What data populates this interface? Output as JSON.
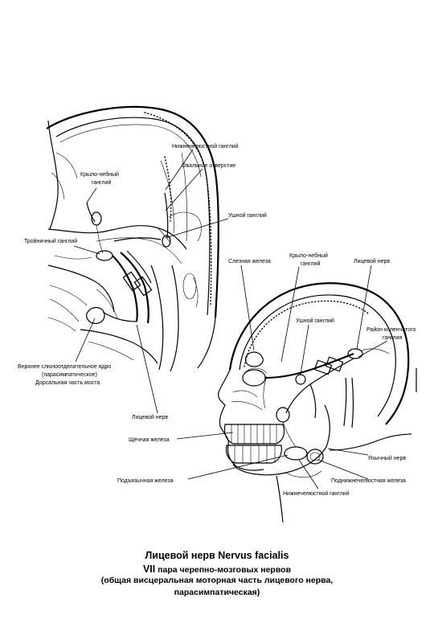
{
  "labels": {
    "nizhnechelyustnoy_top": "Нижнечелюстной ганглий",
    "ovalnoe": "Овальное отверстие",
    "krylo_top_1": "Крыло-небный",
    "krylo_top_2": "ганглий",
    "ushnoy_top": "Ушной ганглий",
    "troynichny": "Тройничный ганглий",
    "slyoznaya": "Слезная железа",
    "krylo_right_1": "Крыло-небный",
    "krylo_right_2": "ганглий",
    "litsevoy_right": "Лицевой нерв",
    "ushnoy_right": "Ушной ганглий",
    "rayon_1": "Район коленчатого",
    "rayon_2": "ганглия",
    "yadro_1": "Верхнее слюноотделительное ядро",
    "yadro_2": "(парасимпатическое)",
    "yadro_3": "Дорсальная часть моста",
    "litsevoy_left": "Лицевой нерв",
    "shchechnaya": "Щечная железа",
    "yazychny": "Язычный нерв",
    "podyazychnaya": "Подъязычная железа",
    "podnizhnechelyustnaya": "Поднижнечелюстная железа",
    "nizhnechelyustnoy_bottom": "Нижнечелюстной ганглий"
  },
  "caption": {
    "title": "Лицевой нерв  Nervus facialis",
    "roman": "VII",
    "subtitle": " пара черепно-мозговых нервов",
    "note_line1": "(общая висцеральная моторная часть лицевого нерва,",
    "note_line2": "парасимпатическая)"
  }
}
